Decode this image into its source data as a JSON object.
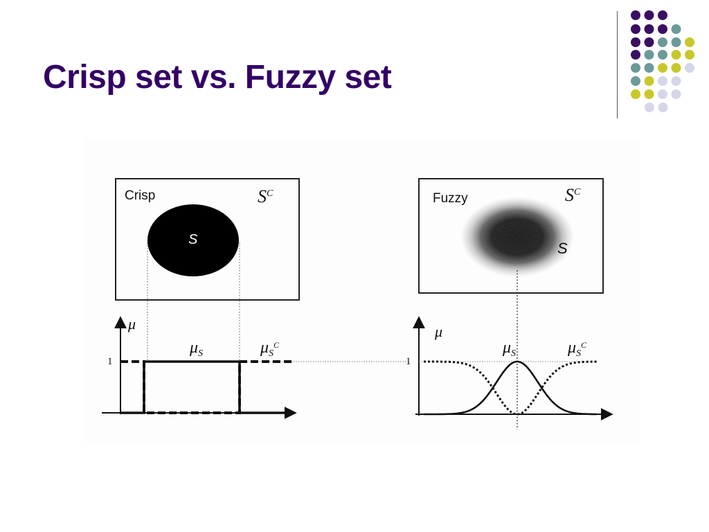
{
  "slide": {
    "title": "Crisp set vs. Fuzzy set",
    "title_color": "#330066",
    "rule_color": "#555555"
  },
  "decoration": {
    "dot_colors": {
      "purple": "#3a0f63",
      "teal": "#6b9a9a",
      "olive": "#c8c82a",
      "lavender": "#d6d6ea"
    }
  },
  "figure": {
    "crisp_panel": {
      "label": "Crisp",
      "set_label": "S",
      "complement_label": "S",
      "complement_sup": "C"
    },
    "fuzzy_panel": {
      "label": "Fuzzy",
      "set_label": "S",
      "complement_label": "S",
      "complement_sup": "C"
    },
    "crisp_plot": {
      "y_axis_label": "μ",
      "y_tick_label": "1",
      "membership_label": "μ",
      "membership_sub": "S",
      "complement_label": "μ",
      "complement_sub": "S",
      "complement_sup": "C"
    },
    "fuzzy_plot": {
      "y_axis_label": "μ",
      "y_tick_label": "1",
      "membership_label": "μ",
      "membership_sub": "S",
      "complement_label": "μ",
      "complement_sub": "S",
      "complement_sup": "C"
    }
  }
}
